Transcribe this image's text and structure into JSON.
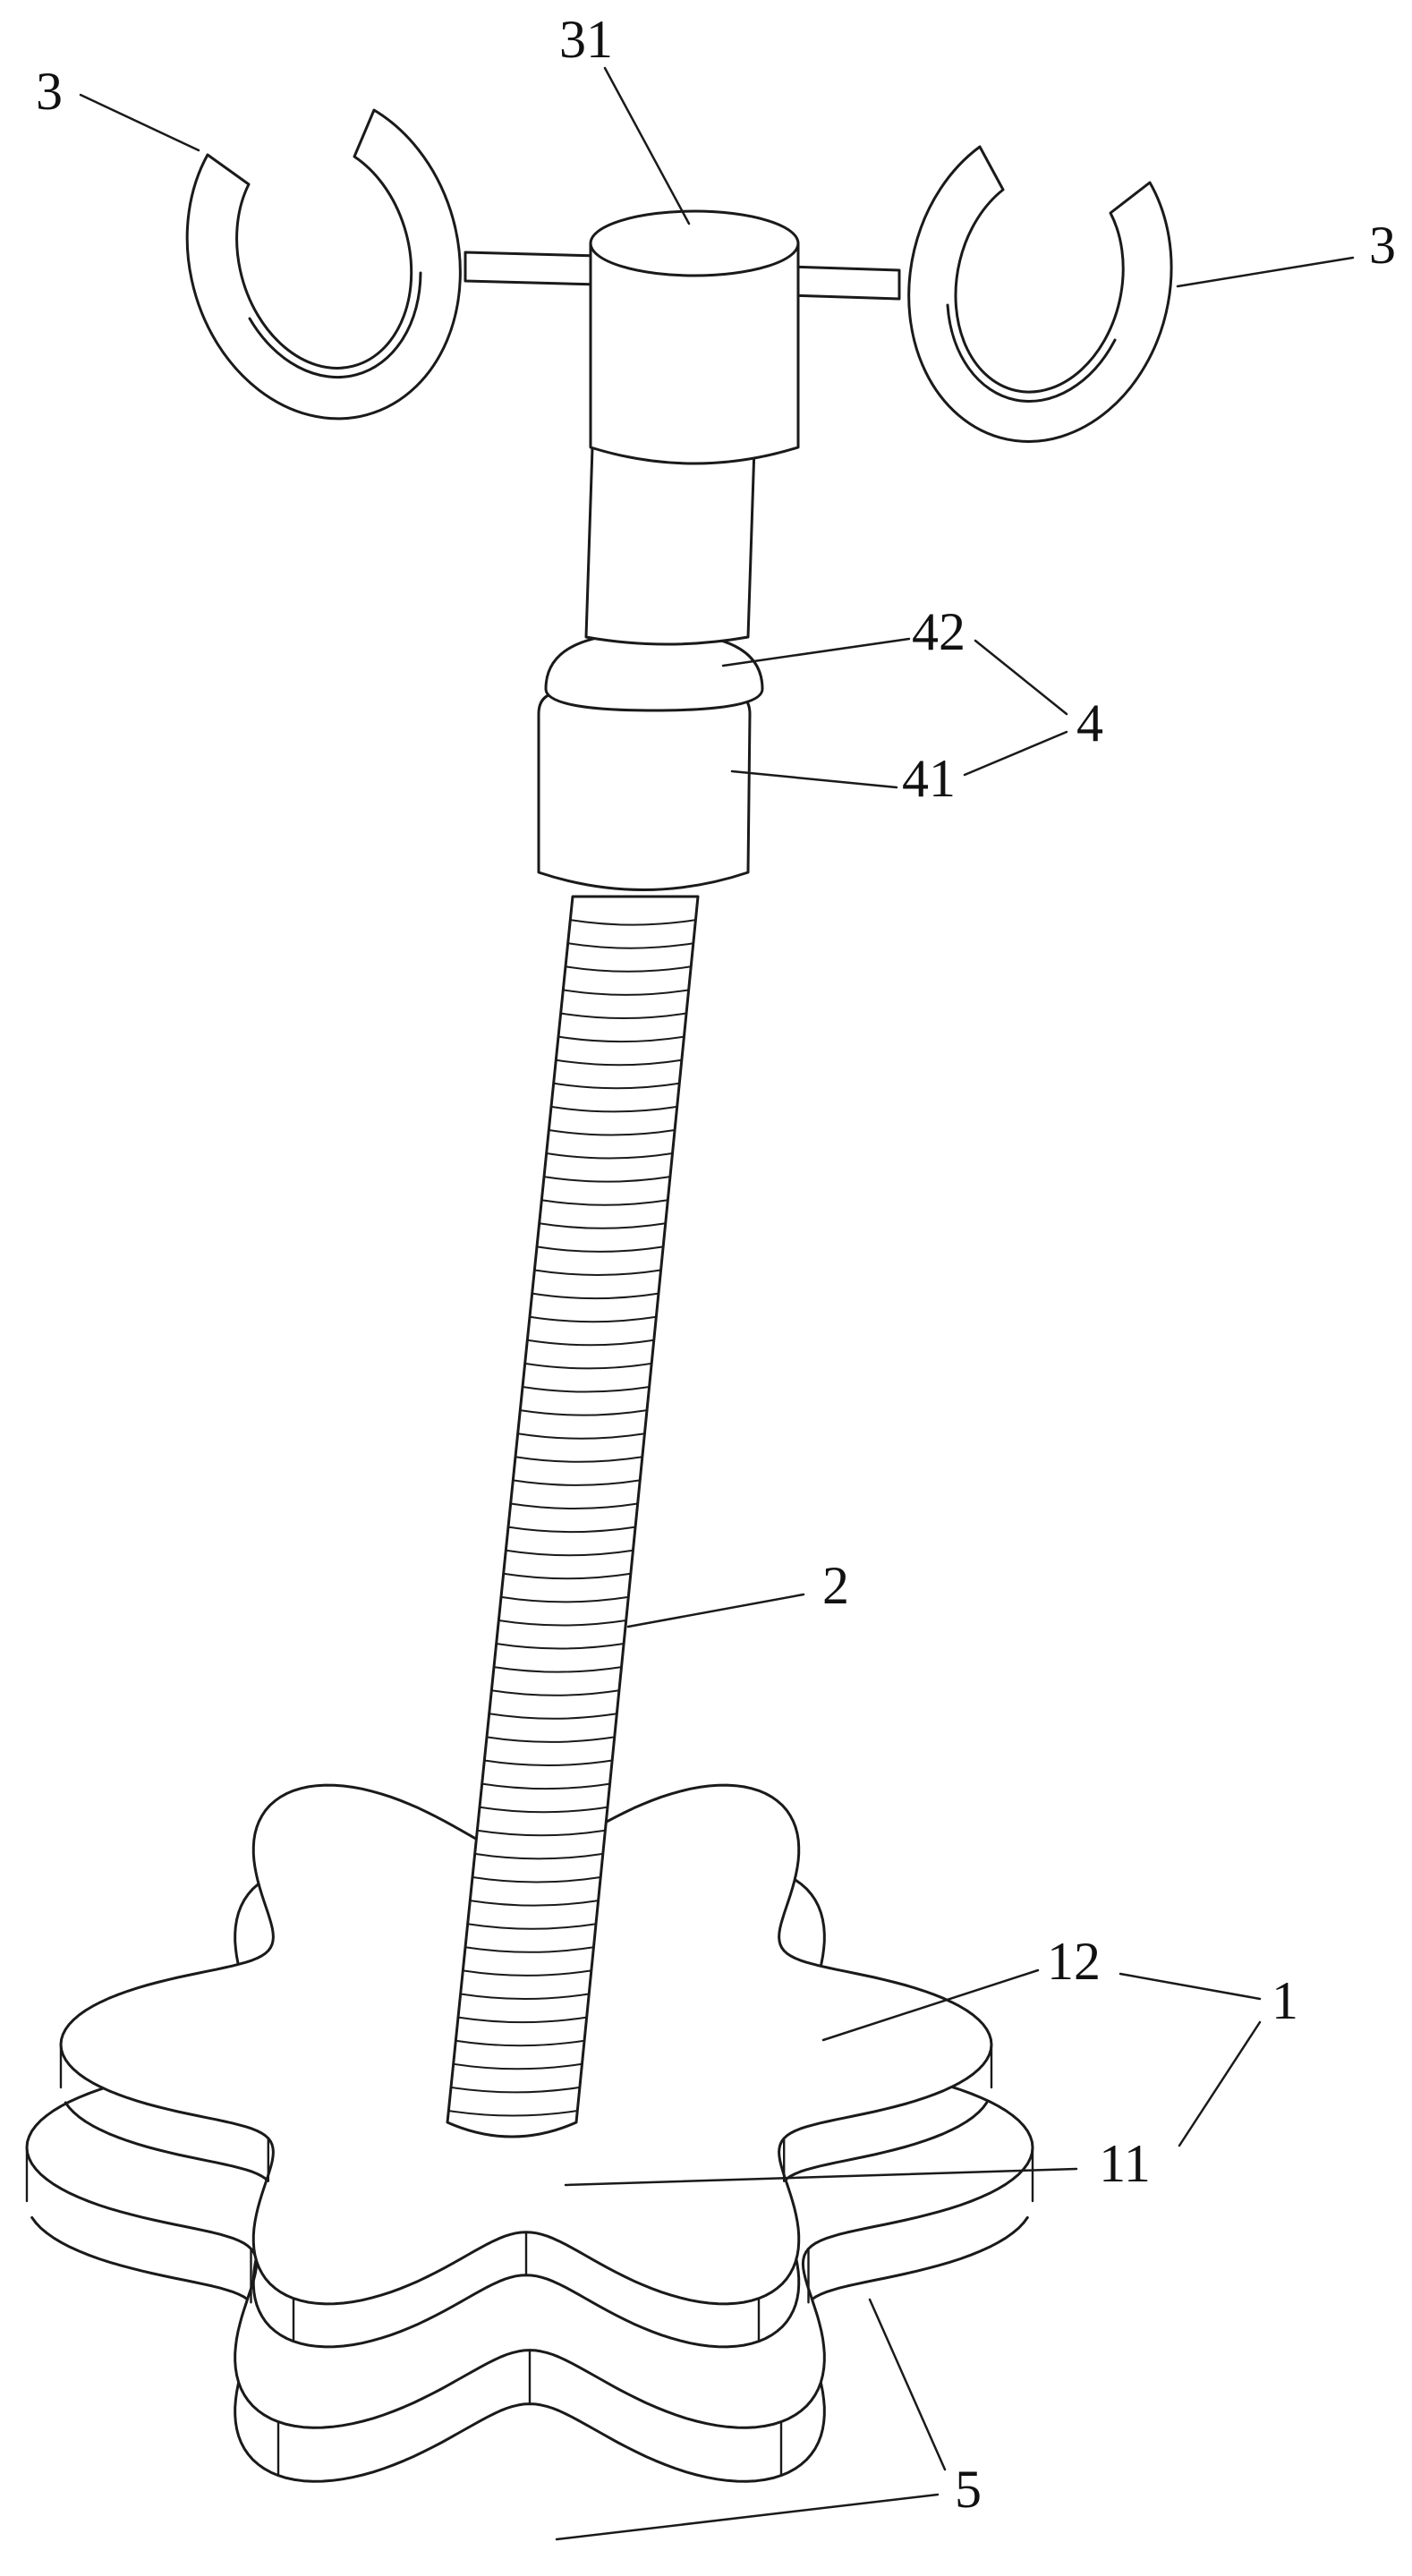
{
  "figure": {
    "background": "#ffffff",
    "line_color": "#1a1a1a",
    "labels": {
      "hook_left": "3",
      "hook_right": "3",
      "hanger_head": "31",
      "collar_ring": "42",
      "collar_assembly": "4",
      "collar_sleeve": "41",
      "threaded_rod": "2",
      "base_top_plate": "12",
      "base_assembly": "1",
      "base_bottom_plate": "11",
      "base_rim": "5"
    }
  }
}
